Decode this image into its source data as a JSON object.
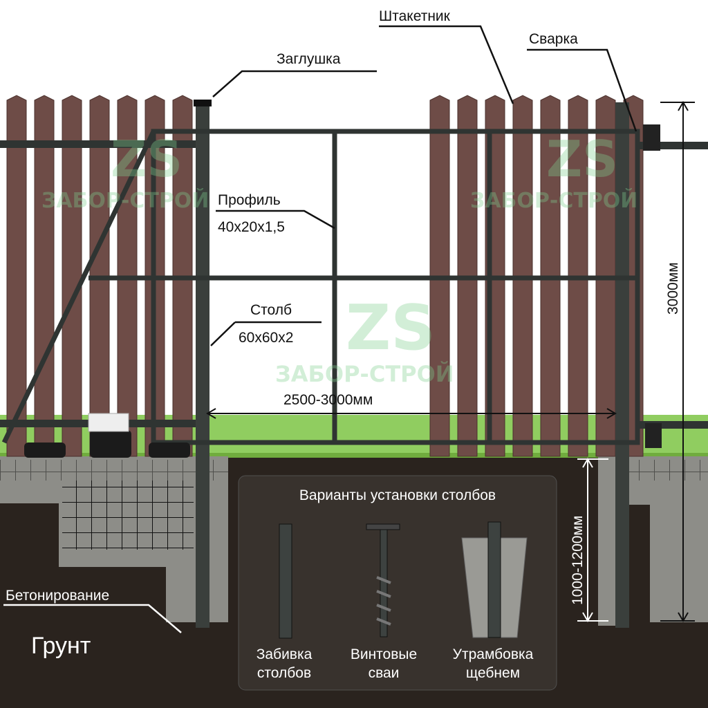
{
  "labels": {
    "picket": "Штакетник",
    "welding": "Сварка",
    "cap": "Заглушка",
    "profile_title": "Профиль",
    "profile_size": "40x20x1,5",
    "post_title": "Столб",
    "post_size": "60x60x2",
    "span_width": "2500-3000мм",
    "height": "3000мм",
    "depth": "1000-1200мм",
    "concreting": "Бетонирование",
    "soil": "Грунт"
  },
  "variants": {
    "title": "Варианты установки столбов",
    "items": [
      {
        "line1": "Забивка",
        "line2": "столбов"
      },
      {
        "line1": "Винтовые",
        "line2": "сваи"
      },
      {
        "line1": "Утрамбовка",
        "line2": "щебнем"
      }
    ]
  },
  "watermark": {
    "logo": "ZS",
    "brand": "ЗАБОР-СТРОЙ"
  },
  "colors": {
    "picket": "#6e4c47",
    "frame": "#2f3432",
    "ground": "#2a231e",
    "grass": "#6fbf3a",
    "concrete": "#8a8a86"
  }
}
